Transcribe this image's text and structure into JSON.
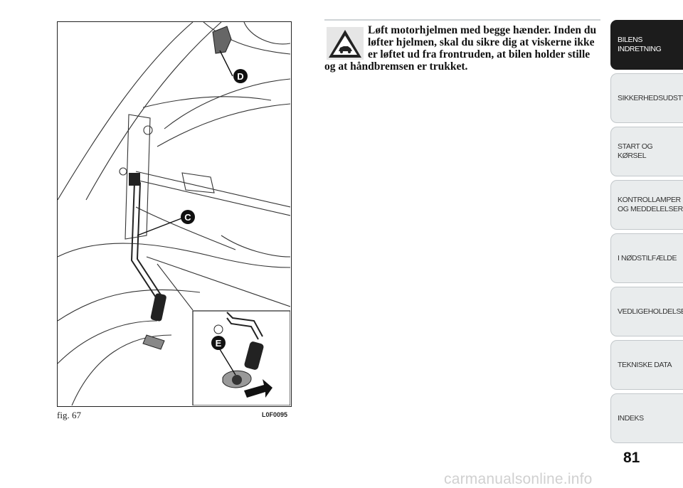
{
  "figure": {
    "caption": "fig. 67",
    "code": "L0F0095",
    "callouts": [
      "D",
      "C",
      "E"
    ]
  },
  "warning": {
    "icon": "warning-triangle-car-icon",
    "text": "Løft motorhjelmen med begge hænder. Inden du løfter hjelmen, skal du sikre dig at viskerne ikke er løftet ud fra frontruden, at bilen holder stille og at håndbremsen er trukket."
  },
  "sidebar": {
    "tabs": [
      {
        "label": "BILENS\nINDRETNING",
        "active": true
      },
      {
        "label": "SIKKERHEDSUDSTYR",
        "active": false
      },
      {
        "label": "START OG KØRSEL",
        "active": false
      },
      {
        "label": "KONTROLLAMPER\nOG MEDDELELSER",
        "active": false
      },
      {
        "label": "I NØDSTILFÆLDE",
        "active": false
      },
      {
        "label": "VEDLIGEHOLDELSE",
        "active": false
      },
      {
        "label": "TEKNISKE DATA",
        "active": false
      },
      {
        "label": "INDEKS",
        "active": false
      }
    ]
  },
  "page_number": "81",
  "watermark": "carmanualsonline.info",
  "colors": {
    "active_tab": "#1c1c1c",
    "inactive_tab": "#e9eced",
    "rule": "#cfd3d6"
  }
}
